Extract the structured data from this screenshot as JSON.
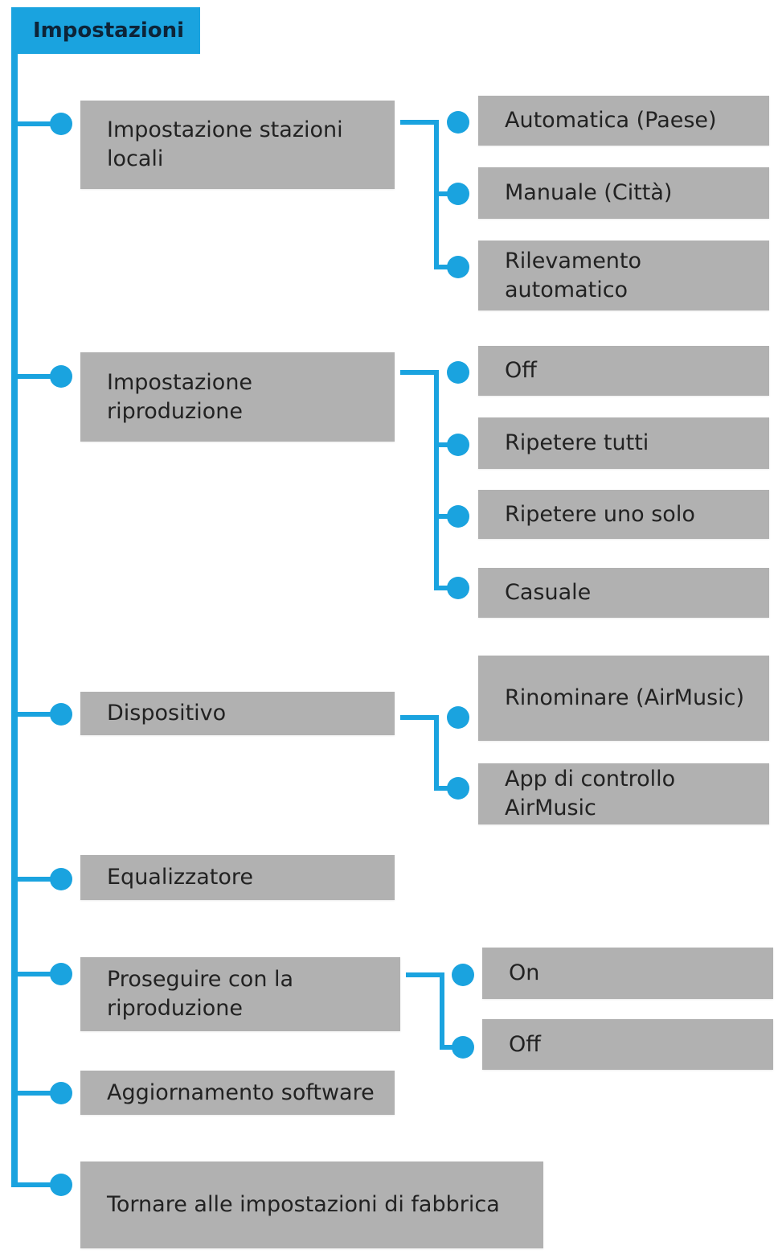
{
  "title": "Impostazioni",
  "colors": {
    "connector": "#1aa3df",
    "box": "#b1b1b1",
    "text": "#222222"
  },
  "items": [
    {
      "label": "Impostazione stazioni\nlocali",
      "options": [
        "Automatica (Paese)",
        "Manuale (Città)",
        "Rilevamento automatico"
      ]
    },
    {
      "label": "Impostazione riproduzione",
      "options": [
        "Off",
        "Ripetere tutti",
        "Ripetere uno solo",
        "Casuale"
      ]
    },
    {
      "label": "Dispositivo",
      "options": [
        "Rinominare (AirMusic)",
        "App di controllo\nAirMusic"
      ]
    },
    {
      "label": "Equalizzatore",
      "options": []
    },
    {
      "label": "Proseguire con la\nriproduzione",
      "options": [
        "On",
        "Off"
      ]
    },
    {
      "label": "Aggiornamento software",
      "options": []
    },
    {
      "label": "Tornare alle impostazioni di fabbrica",
      "options": []
    }
  ]
}
